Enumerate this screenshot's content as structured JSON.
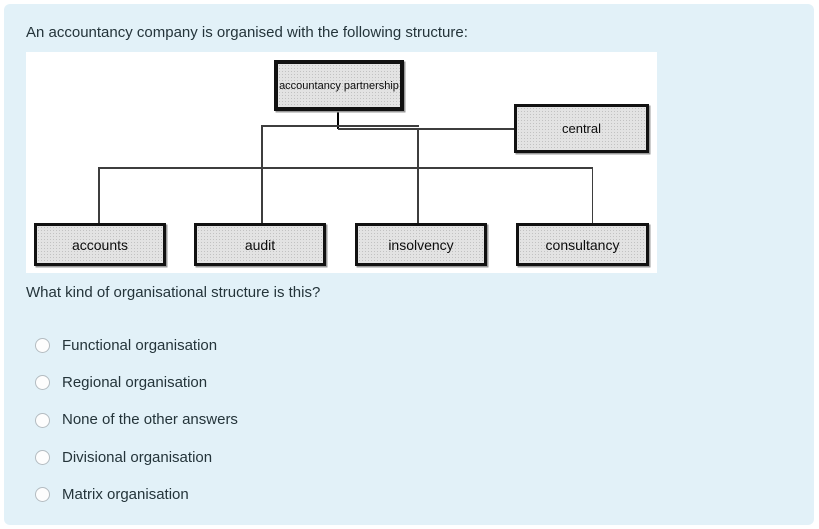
{
  "intro": "An accountancy company is organised with the following structure:",
  "prompt": "What kind of organisational structure is this?",
  "diagram": {
    "nodes": {
      "root": "accountancy partnership",
      "central": "central",
      "accounts": "accounts",
      "audit": "audit",
      "insolvency": "insolvency",
      "consultancy": "consultancy"
    }
  },
  "options": [
    {
      "label": "Functional organisation",
      "selected": false
    },
    {
      "label": "Regional organisation",
      "selected": false
    },
    {
      "label": "None of the other answers",
      "selected": false
    },
    {
      "label": "Divisional organisation",
      "selected": false
    },
    {
      "label": "Matrix organisation",
      "selected": false
    }
  ],
  "colors": {
    "panel_bg": "#e2f1f8",
    "diagram_bg": "#ffffff",
    "box_fill": "#e3e3e3",
    "box_border": "#111111",
    "line": "#3d3d3d",
    "text": "#24343a"
  }
}
